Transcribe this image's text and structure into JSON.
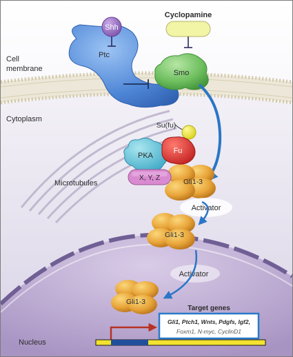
{
  "regions": {
    "cell_membrane": "Cell\nmembrane",
    "cytoplasm": "Cytoplasm",
    "microtubules": "Microtubules",
    "nucleus": "Nucleus"
  },
  "proteins": {
    "shh": "Shh",
    "cyclopamine": "Cyclopamine",
    "ptc": "Ptc",
    "smo": "Smo",
    "sufu": "Su(fu)",
    "pka": "PKA",
    "fu": "Fu",
    "xyz": "X, Y, Z",
    "gli_complex": "Gli1-3",
    "gli_mid": "Gli1-3",
    "gli_nuclear": "Gli1-3"
  },
  "arrows": {
    "activator_1": "Activator",
    "activator_2": "Activator"
  },
  "target_genes": {
    "title": "Target genes",
    "line1": "Gli1, Ptch1, Wnts, Pdgfs, Igf2,",
    "line2": "Foxm1, N-myc, CyclinD1"
  },
  "colors": {
    "shh": "#8e64b6",
    "cyclopamine": "#f2f4a6",
    "ptc": "#4e86d6",
    "smo": "#6fbf5f",
    "sufu": "#f0ec3a",
    "pka": "#66c8dc",
    "fu": "#e23535",
    "xyz": "#d98ad0",
    "gli": "#e8a53a",
    "arrow": "#2a76c6",
    "gene_box": "#2a7ac8",
    "promoter_arrow": "#b83224",
    "dna_yellow": "#f3e22f",
    "dna_blue": "#1f4f9a"
  }
}
